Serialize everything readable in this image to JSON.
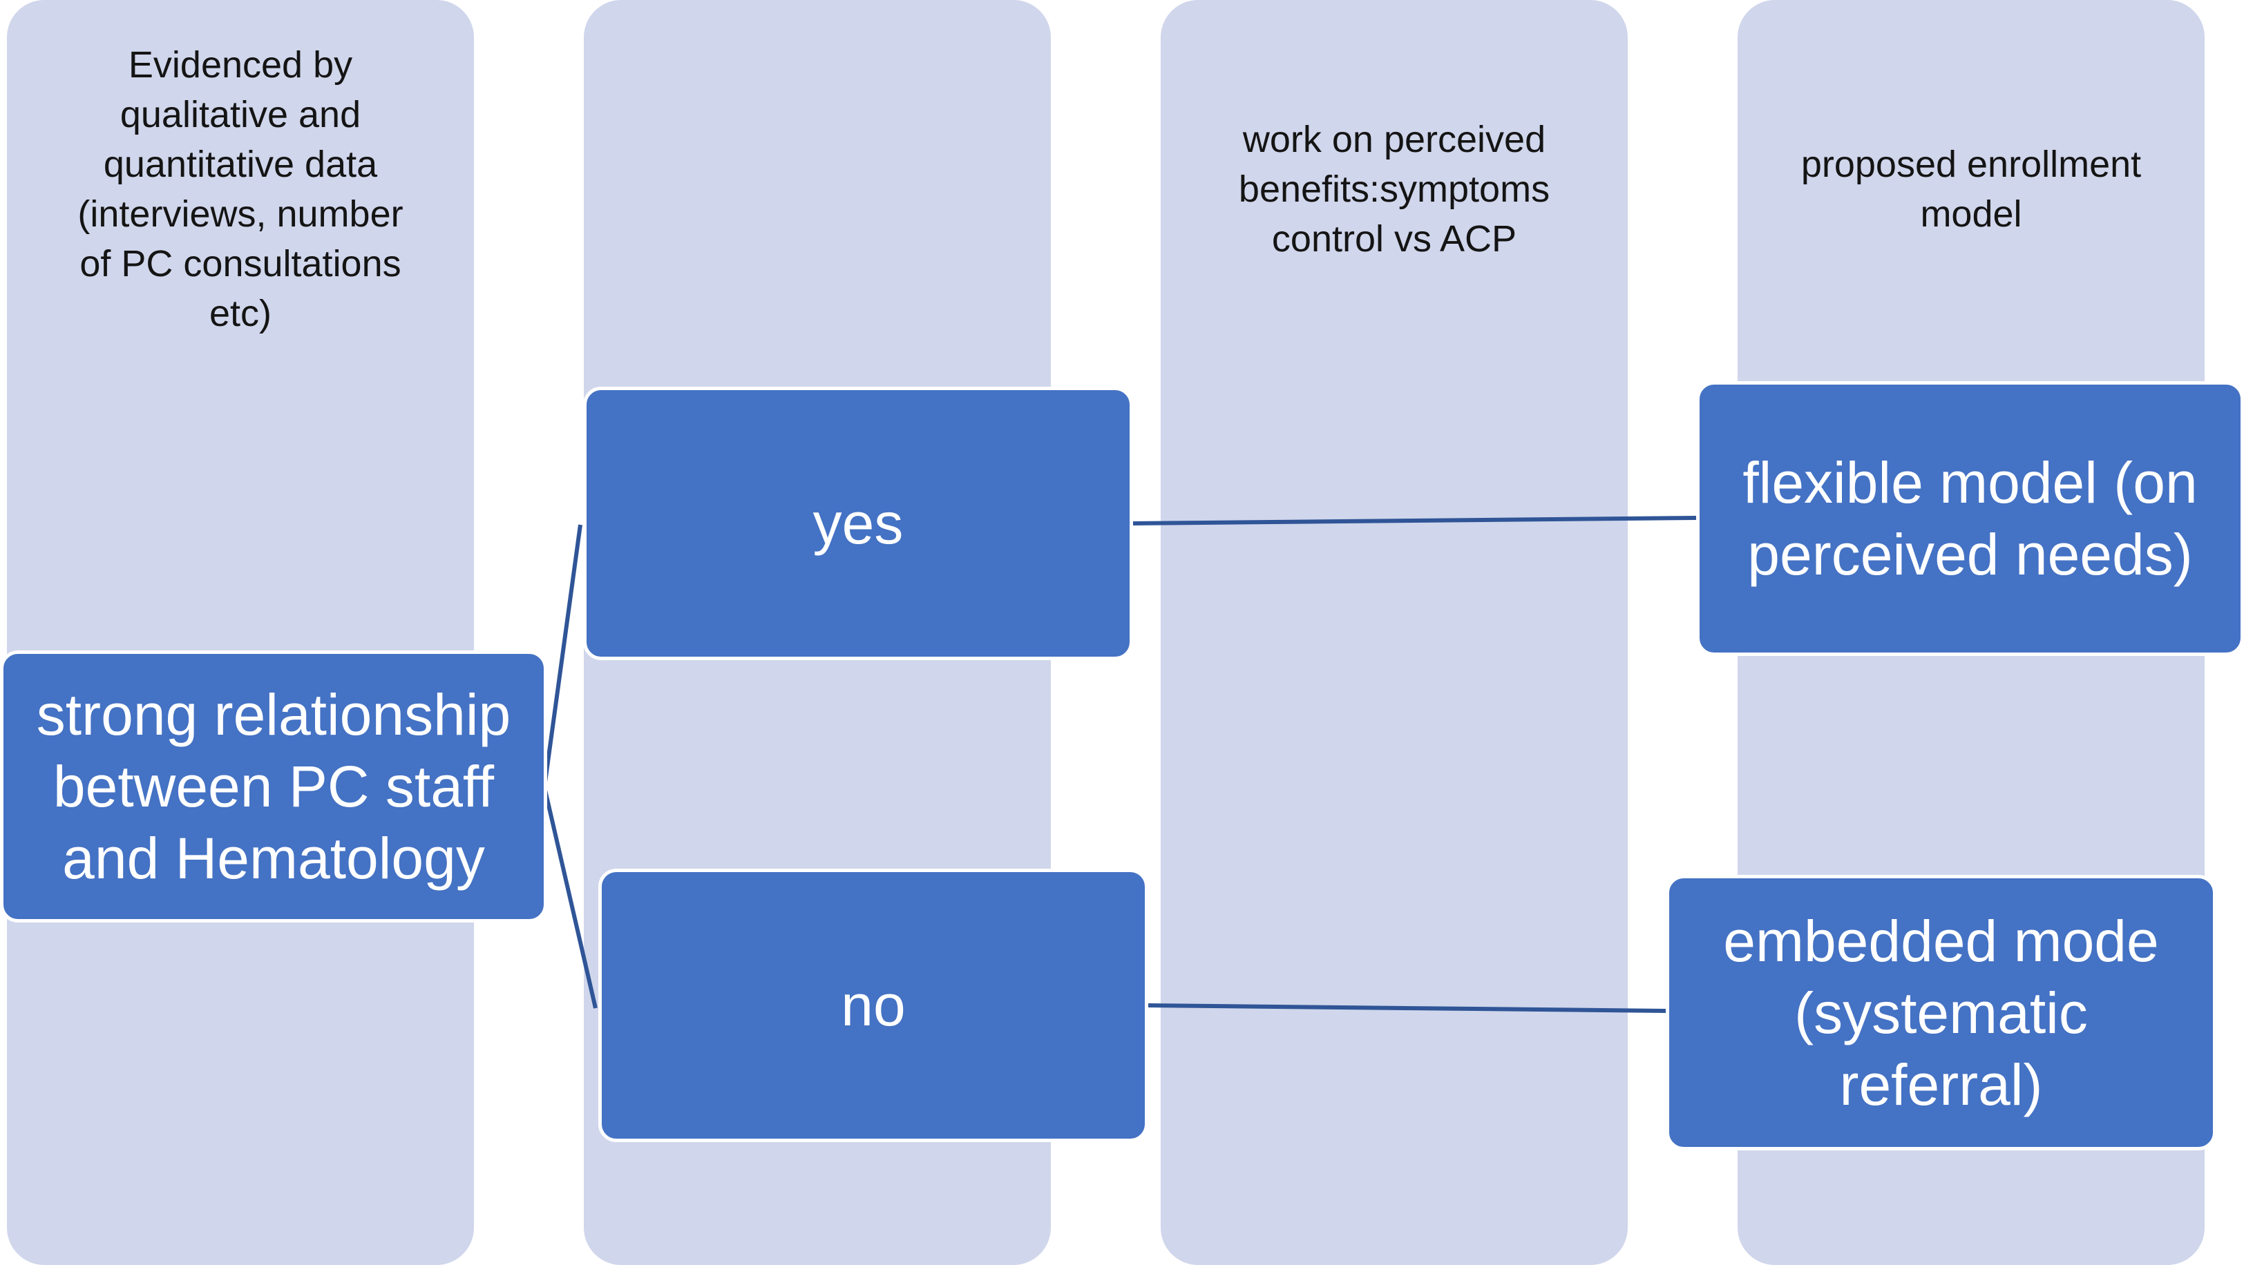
{
  "columns": [
    {
      "header": "Evidenced by\nqualitative and\nquantitative data\n(interviews, number\nof PC consultations\netc)"
    },
    {
      "header": ""
    },
    {
      "header": "work on perceived\nbenefits:symptoms\ncontrol vs ACP"
    },
    {
      "header": "proposed enrollment\nmodel"
    }
  ],
  "boxes": {
    "root": "strong relationship\nbetween PC staff\nand Hematology",
    "yes": "yes",
    "no": "no",
    "flexible": "flexible model (on\nperceived needs)",
    "embedded": "embedded mode\n(systematic\nreferral)"
  },
  "colors": {
    "column_fill": "#d0d6eb",
    "box_fill": "#4472c4",
    "box_text": "#ffffff",
    "connector": "#2f5597"
  }
}
